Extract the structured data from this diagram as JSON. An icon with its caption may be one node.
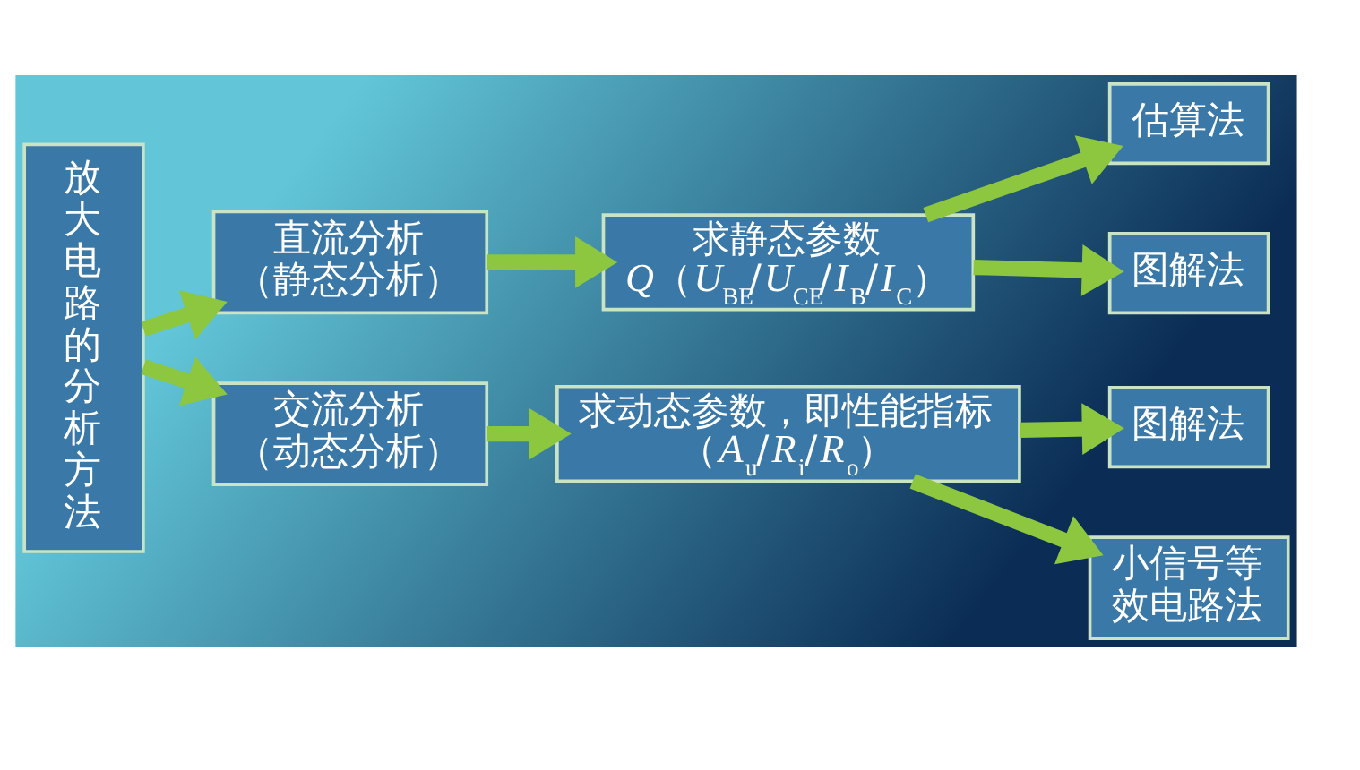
{
  "diagram": {
    "nodes": [
      {
        "text": [
          "放大电路的分析方法"
        ]
      },
      {
        "text": [
          "直流分析（静态分析）"
        ]
      },
      {
        "text": [
          "求静态参数",
          "*Q*（*U*$_{BE}$/*U*$_{CE}$/*I*$_{B}$/*I*$_{C}$）"
        ]
      },
      {
        "text": [
          "估算法"
        ]
      },
      {
        "text": [
          "图解法"
        ]
      },
      {
        "text": [
          "交流分析（动态分析）"
        ]
      },
      {
        "text": [
          "求动态参数，即性能指标",
          "（*A*$_{u}$/*R*$_{i}$/*R*$_{o}$）"
        ]
      },
      {
        "text": [
          "图解法"
        ]
      },
      {
        "text": [
          "小信号等效电路法"
        ]
      }
    ],
    "edges": [
      {
        "from": 0,
        "to": 1,
        "arrow": "to"
      },
      {
        "from": 1,
        "to": 2,
        "arrow": "to"
      },
      {
        "from": 2,
        "to": 3,
        "arrow": "to"
      },
      {
        "from": 2,
        "to": 4,
        "arrow": "to"
      },
      {
        "from": 0,
        "to": 5,
        "arrow": "to"
      },
      {
        "from": 5,
        "to": 6,
        "arrow": "to"
      },
      {
        "from": 6,
        "to": 7,
        "arrow": "to"
      },
      {
        "from": 6,
        "to": 8,
        "arrow": "to"
      }
    ]
  }
}
